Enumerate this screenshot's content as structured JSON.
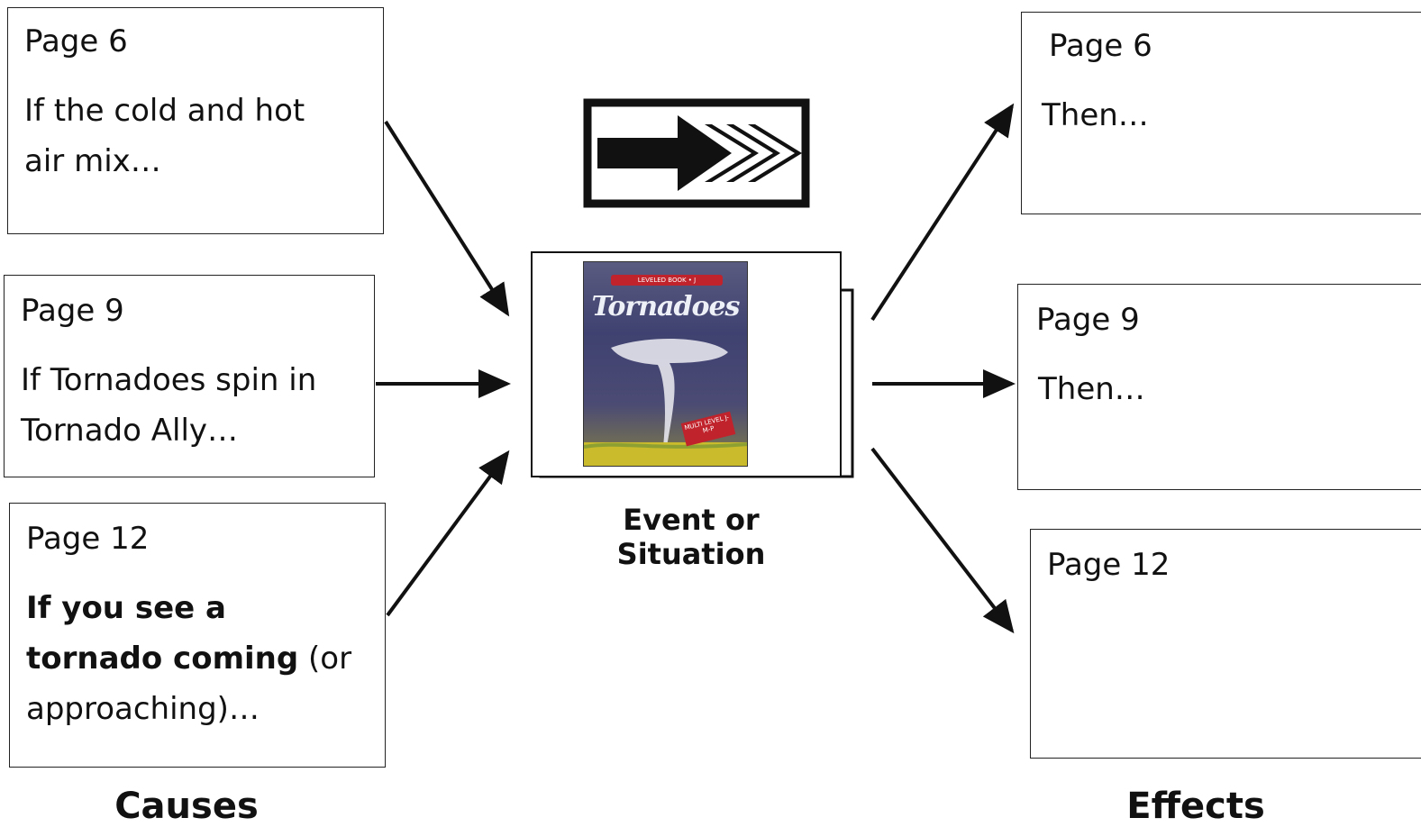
{
  "causes": {
    "heading": "Causes",
    "boxes": [
      {
        "page": "Page 6",
        "lines": [
          "If the cold and hot",
          "air mix…"
        ]
      },
      {
        "page": "Page 9",
        "lines": [
          "If Tornadoes spin in",
          "Tornado Ally…"
        ]
      },
      {
        "page": "Page 12",
        "line1_bold": "If you see a",
        "line2_bold": "tornado coming",
        "line2_rest": " (or",
        "line3": "approaching)…"
      }
    ]
  },
  "effects": {
    "heading": "Effects",
    "boxes": [
      {
        "page": "Page 6",
        "text": "Then…"
      },
      {
        "page": "Page 9",
        "text": "Then…"
      },
      {
        "page": "Page 12",
        "text": ""
      }
    ]
  },
  "center": {
    "caption_line1": "Event or",
    "caption_line2": "Situation",
    "book": {
      "series": "LEVELED BOOK • J",
      "title": "Tornadoes",
      "badge": "MULTI LEVEL J-M-P"
    }
  },
  "icons": {
    "cause_effect_symbol": "triple-chevron-arrow-icon"
  }
}
